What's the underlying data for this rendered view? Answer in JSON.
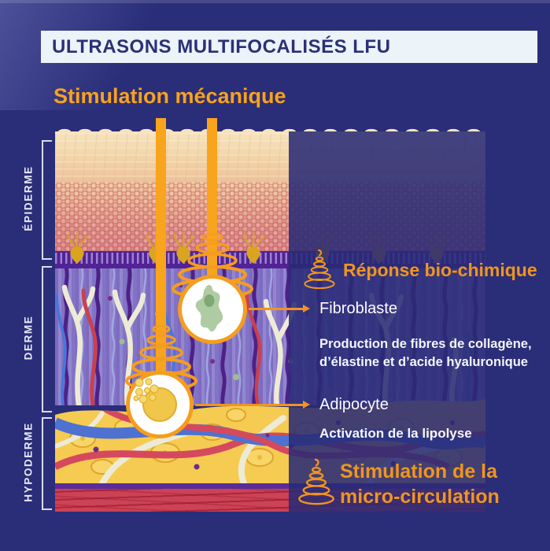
{
  "header": {
    "title": "ULTRASONS MULTIFOCALISÉS LFU"
  },
  "main_title": "Stimulation mécanique",
  "skin_layers": [
    {
      "label": "ÉPIDERME"
    },
    {
      "label": "DERME"
    },
    {
      "label": "HYPODERME"
    }
  ],
  "annotations": {
    "bio_chemical": {
      "label": "Réponse bio-chimique",
      "icon": "ultrasound-spiral-icon"
    },
    "fibroblast": {
      "label": "Fibroblaste",
      "desc_line1": "Production de fibres de collagène,",
      "desc_line2": "d’élastine et d’acide hyaluronique"
    },
    "adipocyte": {
      "label": "Adipocyte",
      "desc": "Activation de la lipolyse"
    },
    "micro_circulation": {
      "line1": "Stimulation de la",
      "line2": "micro-circulation",
      "icon": "ultrasound-spiral-icon"
    }
  },
  "colors": {
    "background": "#2A2D78",
    "accent_orange": "#F39C1B",
    "header_bg": "#ECF3F9",
    "header_text": "#2B3077",
    "text_white": "#FFFFFF",
    "muscle_red": "#CB4354",
    "fat_yellow": "#F5CB52",
    "dermis_purple": "#8477C8"
  }
}
